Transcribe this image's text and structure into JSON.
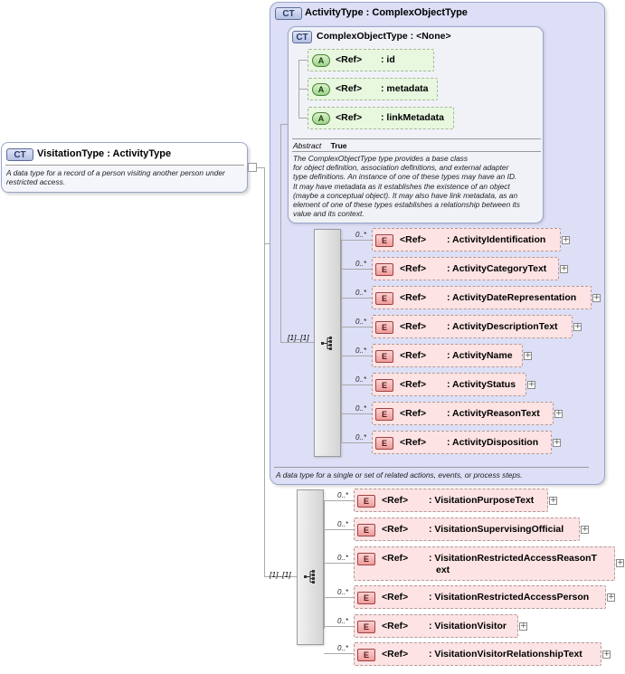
{
  "visitation_type": {
    "badge": "CT",
    "name": "VisitationType",
    "base": ": ActivityType",
    "doc": [
      "A data type for a record of a person visiting another person under",
      "restricted access."
    ]
  },
  "activity_type": {
    "badge": "CT",
    "name": "ActivityType",
    "base": ": ComplexObjectType",
    "doc": "A data type for a single or set of related actions, events, or process steps.",
    "sequence_cardinality": "[1]..[1]"
  },
  "complex_object_type": {
    "badge": "CT",
    "name": "ComplexObjectType",
    "base": ": <None>",
    "abstract_label": "Abstract",
    "abstract_value": "True",
    "doc": [
      "The ComplexObjectType type provides a base class",
      "for object definition, association definitions, and external adapter",
      "type definitions. An instance of one of these types may have an ID.",
      "It may have metadata as it establishes the existence of an object",
      "(maybe a conceptual object). It may also have link metadata, as an",
      "element of one of these types establishes a relationship between its",
      "value and its context."
    ],
    "attributes": [
      {
        "badge": "A",
        "ref": "<Ref>",
        "name": ": id"
      },
      {
        "badge": "A",
        "ref": "<Ref>",
        "name": ": metadata"
      },
      {
        "badge": "A",
        "ref": "<Ref>",
        "name": ": linkMetadata"
      }
    ]
  },
  "activity_elements": [
    {
      "card": "0..*",
      "badge": "E",
      "ref": "<Ref>",
      "name": ": ActivityIdentification",
      "expand": "+"
    },
    {
      "card": "0..*",
      "badge": "E",
      "ref": "<Ref>",
      "name": ": ActivityCategoryText",
      "expand": "+"
    },
    {
      "card": "0..*",
      "badge": "E",
      "ref": "<Ref>",
      "name": ": ActivityDateRepresentation",
      "expand": "+"
    },
    {
      "card": "0..*",
      "badge": "E",
      "ref": "<Ref>",
      "name": ": ActivityDescriptionText",
      "expand": "+"
    },
    {
      "card": "0..*",
      "badge": "E",
      "ref": "<Ref>",
      "name": ": ActivityName",
      "expand": "+"
    },
    {
      "card": "0..*",
      "badge": "E",
      "ref": "<Ref>",
      "name": ": ActivityStatus",
      "expand": "+"
    },
    {
      "card": "0..*",
      "badge": "E",
      "ref": "<Ref>",
      "name": ": ActivityReasonText",
      "expand": "+"
    },
    {
      "card": "0..*",
      "badge": "E",
      "ref": "<Ref>",
      "name": ": ActivityDisposition",
      "expand": "+"
    }
  ],
  "visitation_sequence_cardinality": "[1]..[1]",
  "visitation_elements": [
    {
      "card": "0..*",
      "badge": "E",
      "ref": "<Ref>",
      "name": ": VisitationPurposeText",
      "expand": "+"
    },
    {
      "card": "0..*",
      "badge": "E",
      "ref": "<Ref>",
      "name": ": VisitationSupervisingOfficial",
      "expand": "+"
    },
    {
      "card": "0..*",
      "badge": "E",
      "ref": "<Ref>",
      "name": ": VisitationRestrictedAccessReasonText",
      "name_lines": [
        ": VisitationRestrictedAccessReasonT",
        "ext"
      ],
      "expand": "+"
    },
    {
      "card": "0..*",
      "badge": "E",
      "ref": "<Ref>",
      "name": ": VisitationRestrictedAccessPerson",
      "expand": "+"
    },
    {
      "card": "0..*",
      "badge": "E",
      "ref": "<Ref>",
      "name": ": VisitationVisitor",
      "expand": "+"
    },
    {
      "card": "0..*",
      "badge": "E",
      "ref": "<Ref>",
      "name": ": VisitationVisitorRelationshipText",
      "expand": "+"
    }
  ],
  "colors": {
    "complex_type_fill": "#dcdff6",
    "attribute_fill": "#e7f8df",
    "element_fill": "#fde3e3",
    "connector": "#a9a9a9"
  }
}
